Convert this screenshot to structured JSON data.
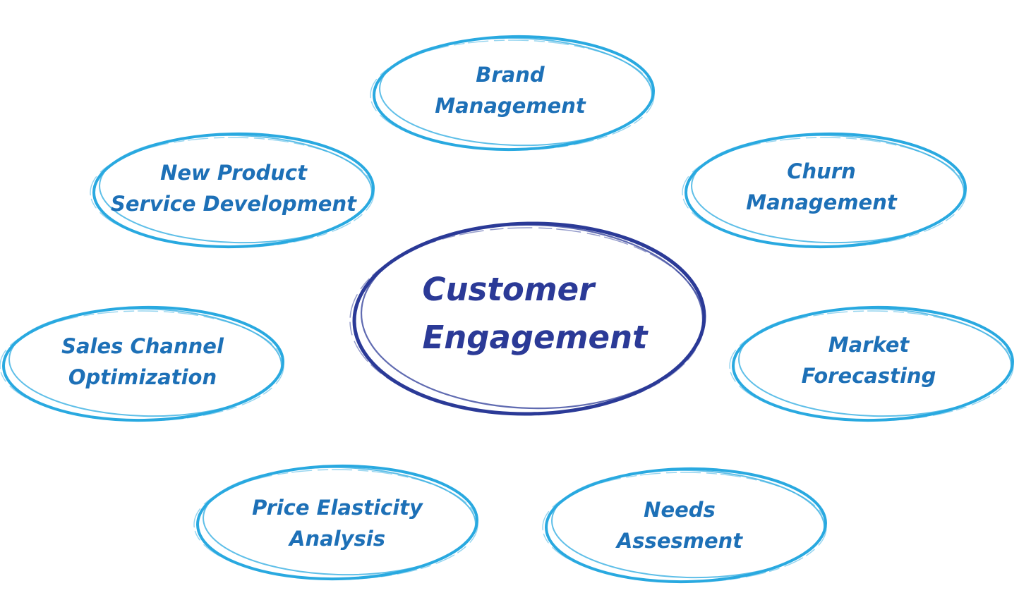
{
  "center": {
    "lines": [
      "Customer",
      "Engagement"
    ],
    "color": "#2b3a97"
  },
  "nodes": [
    {
      "id": "brand-management",
      "lines": [
        "Brand",
        "Management"
      ]
    },
    {
      "id": "new-product-service-development",
      "lines": [
        "New Product",
        "Service Development"
      ]
    },
    {
      "id": "churn-management",
      "lines": [
        "Churn",
        "Management"
      ]
    },
    {
      "id": "sales-channel-optimization",
      "lines": [
        "Sales Channel",
        "Optimization"
      ]
    },
    {
      "id": "market-forecasting",
      "lines": [
        "Market",
        "Forecasting"
      ]
    },
    {
      "id": "price-elasticity-analysis",
      "lines": [
        "Price Elasticity",
        "Analysis"
      ]
    },
    {
      "id": "needs-assesment",
      "lines": [
        "Needs",
        "Assesment"
      ]
    }
  ],
  "colors": {
    "ring": "#29a9e0",
    "text": "#1d70b7",
    "center": "#2b3a97"
  }
}
